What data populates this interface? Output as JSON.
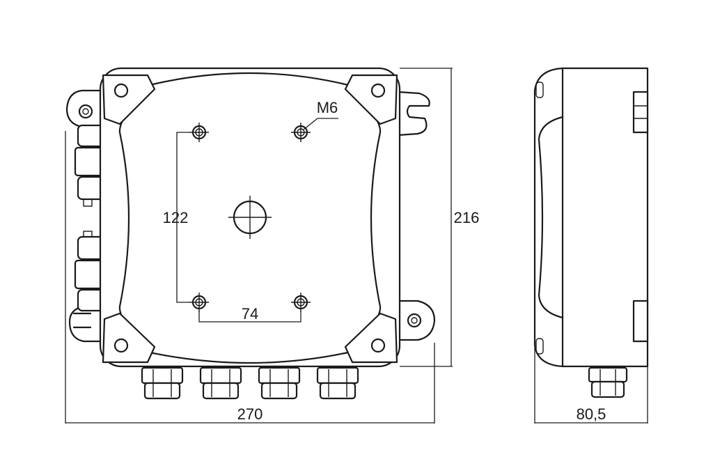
{
  "labels": {
    "width_total": "270",
    "height_total": "216",
    "hole_spacing_vertical": "122",
    "hole_spacing_horizontal": "74",
    "thread_size": "M6",
    "depth": "80,5"
  }
}
